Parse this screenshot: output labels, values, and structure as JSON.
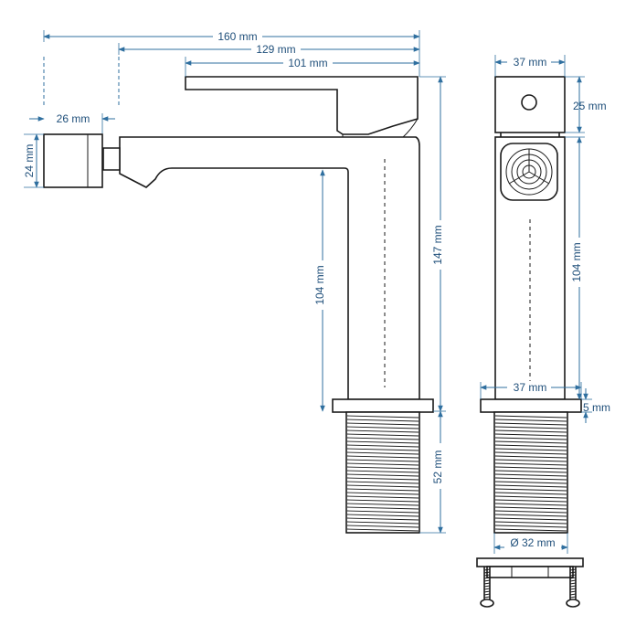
{
  "dimensions": {
    "overall_length": "160 mm",
    "spout_to_rear": "129 mm",
    "lever_length": "101 mm",
    "aerator_length": "26 mm",
    "aerator_height": "24 mm",
    "body_height": "104 mm",
    "total_height": "147 mm",
    "thread_length": "52 mm",
    "side_width_top": "37 mm",
    "lever_block_height": "25 mm",
    "side_body_height": "104 mm",
    "base_width": "37 mm",
    "base_thickness": "5 mm",
    "thread_diameter": "Ø 32 mm"
  },
  "colors": {
    "dimension_line": "#2f6f9f",
    "dimension_text": "#1f4f7a",
    "outline": "#1a1a1a"
  }
}
